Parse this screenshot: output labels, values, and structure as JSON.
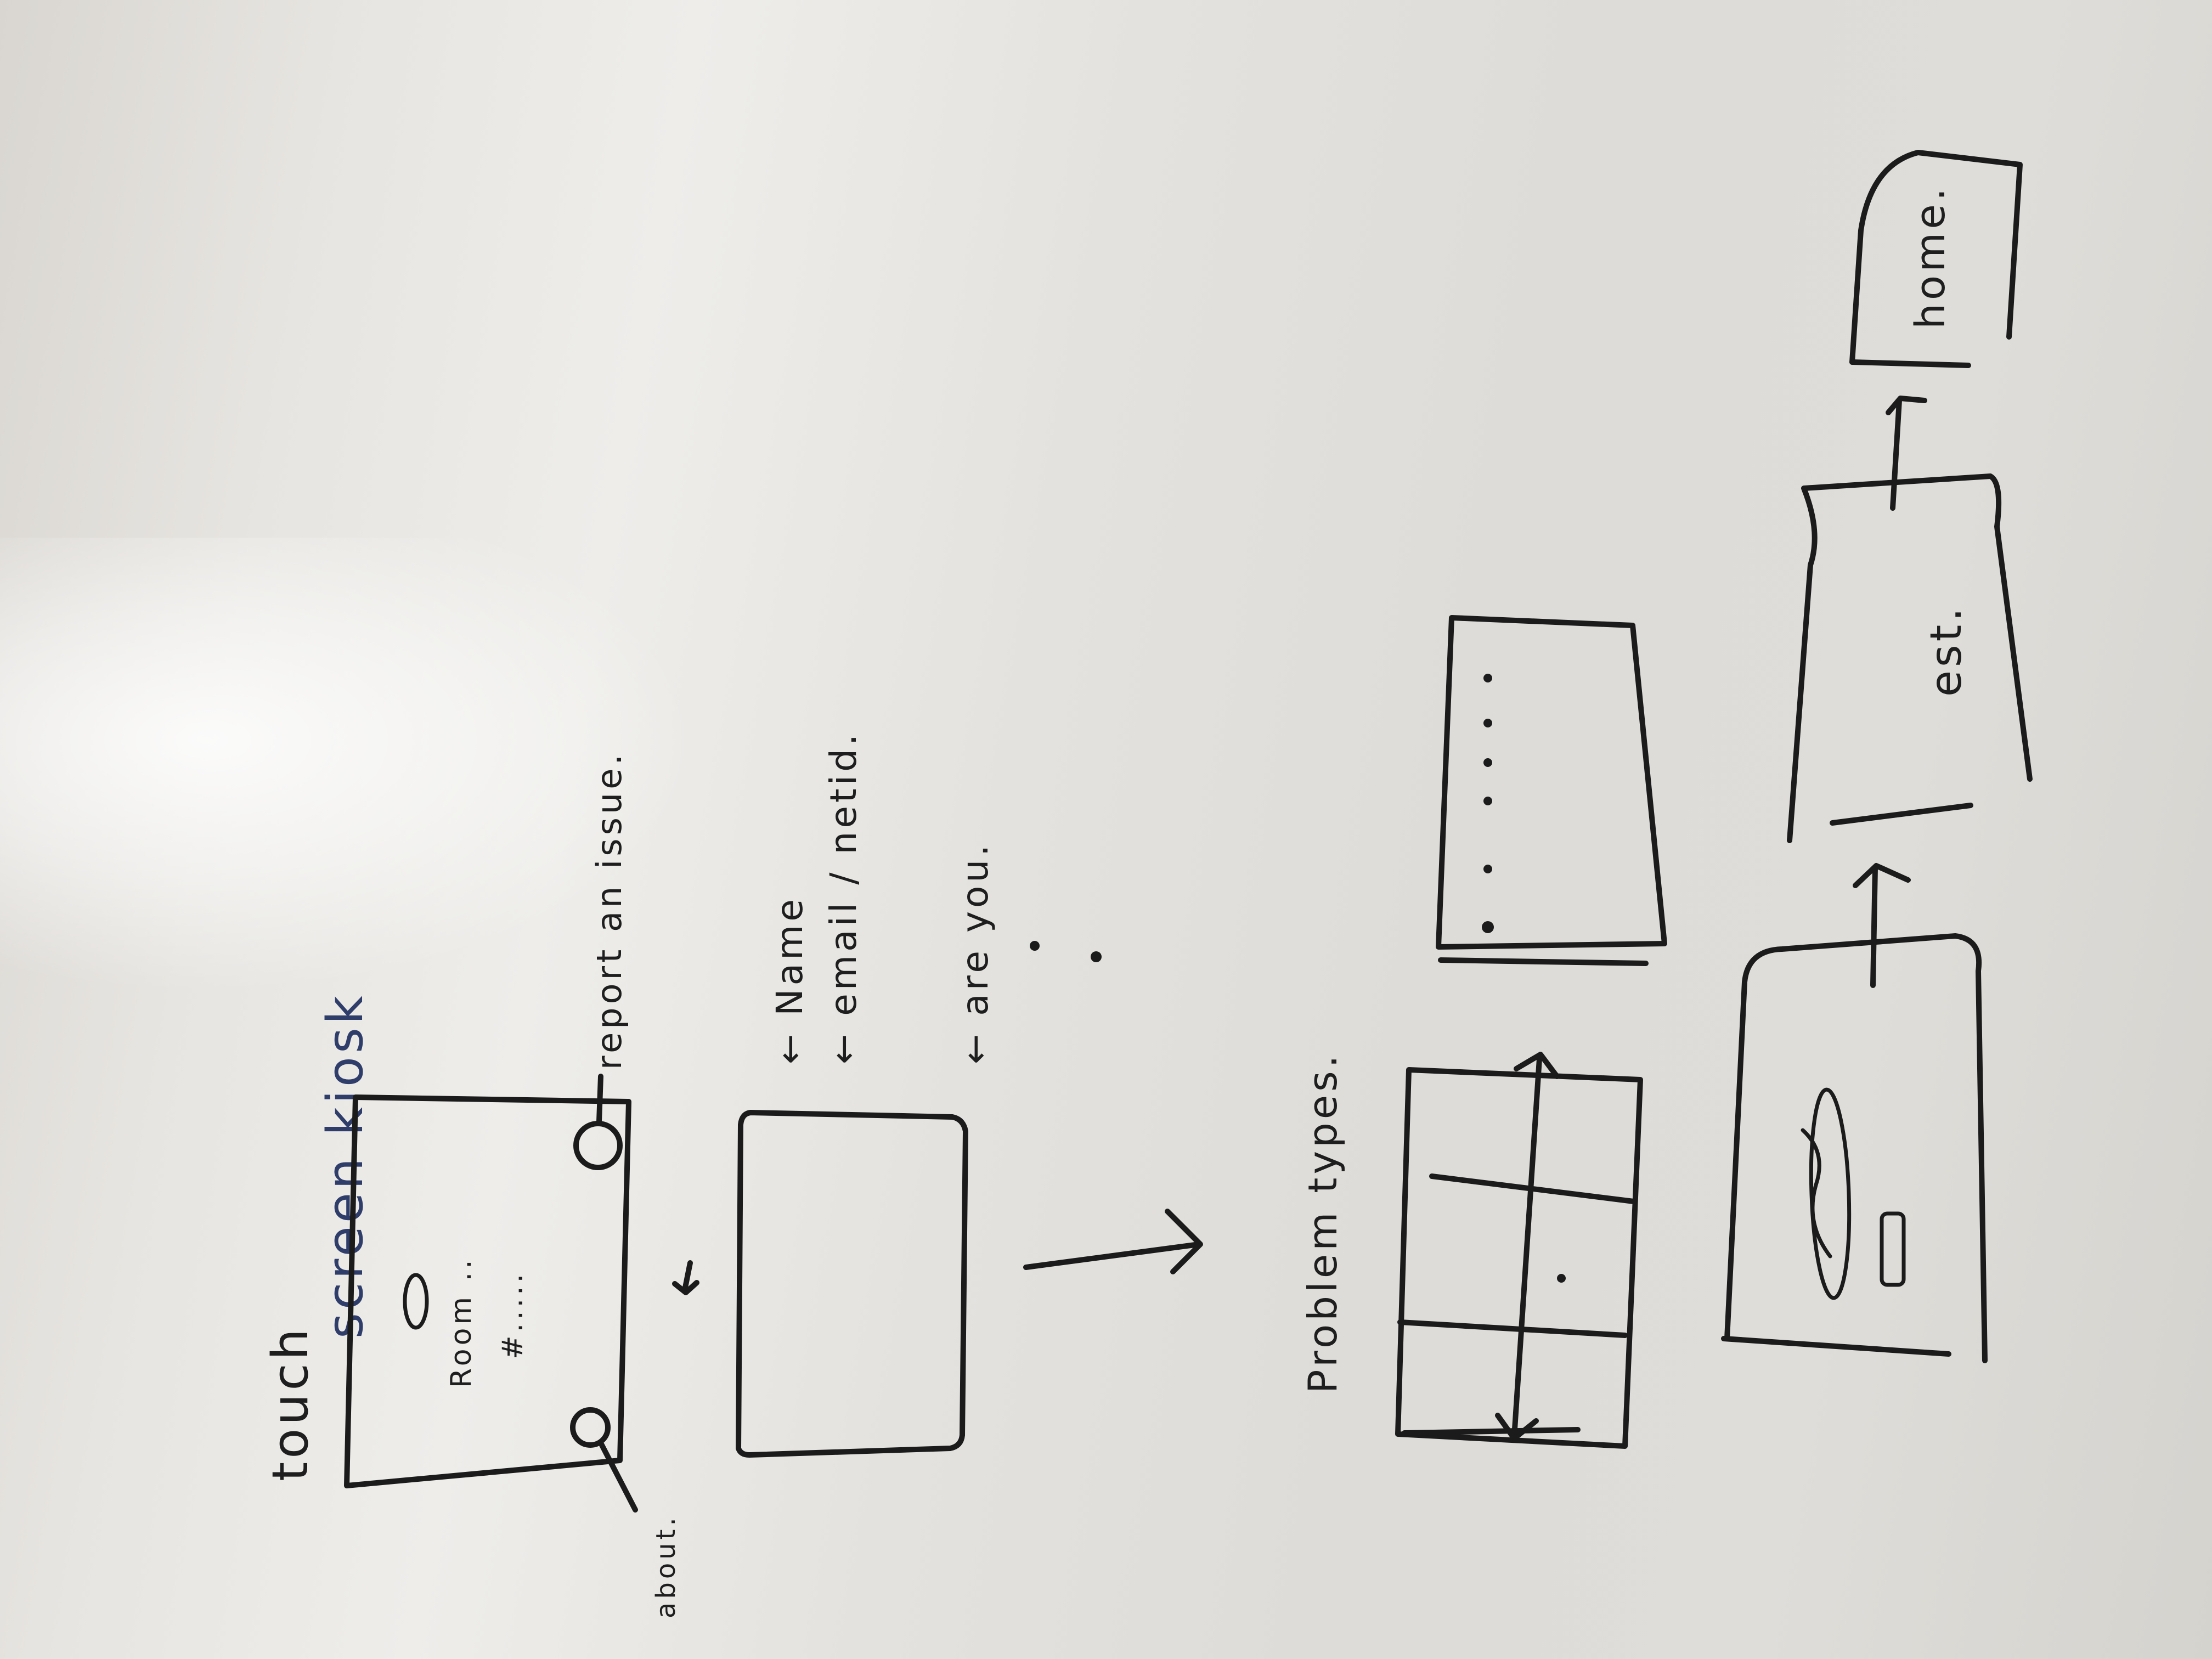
{
  "title": {
    "line1": "touch",
    "line2": "screen kiosk"
  },
  "screen1": {
    "room_label": "Room ..",
    "number_label": "#.....",
    "report_label": "report an issue.",
    "about_label": "about."
  },
  "screen2": {
    "fields": [
      "← Name",
      "← email / netid.",
      "← are you."
    ]
  },
  "screen3": {
    "label": "Problem types."
  },
  "screen6": {
    "label": "est."
  },
  "screen7": {
    "label": "home."
  }
}
